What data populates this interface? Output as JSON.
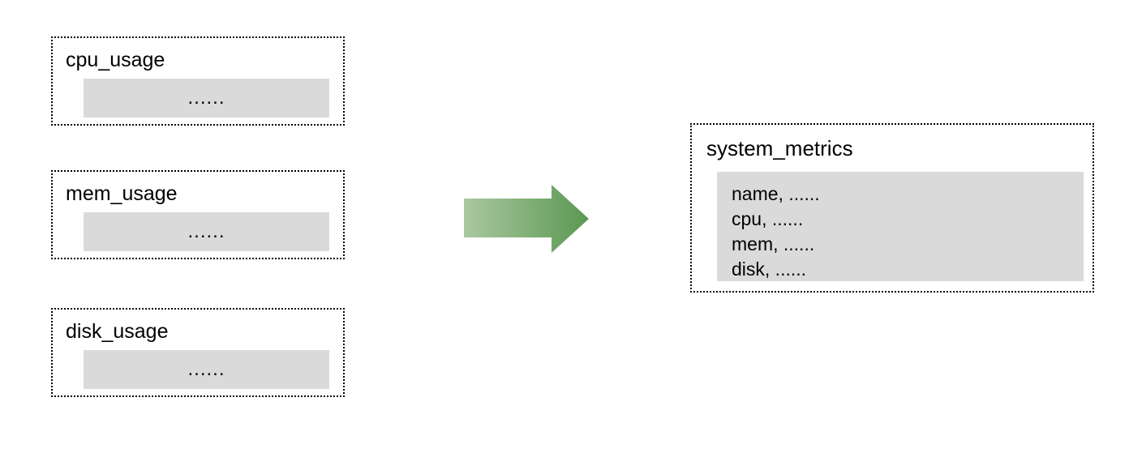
{
  "diagram": {
    "type": "data-merge-flow",
    "background_color": "#ffffff",
    "sources": [
      {
        "title": "cpu_usage",
        "body": "......",
        "fill_color": "#dadada"
      },
      {
        "title": "mem_usage",
        "body": "......",
        "fill_color": "#dadada"
      },
      {
        "title": "disk_usage",
        "body": "......",
        "fill_color": "#dadada"
      }
    ],
    "arrow": {
      "icon": "right-arrow-icon",
      "direction": "right",
      "gradient_start_color": "#a9c8a0",
      "gradient_end_color": "#5b9852"
    },
    "target": {
      "title": "system_metrics",
      "fill_color": "#dadada",
      "rows": [
        "name, ......",
        "cpu, ......",
        "mem, ......",
        "disk, ......"
      ]
    }
  }
}
